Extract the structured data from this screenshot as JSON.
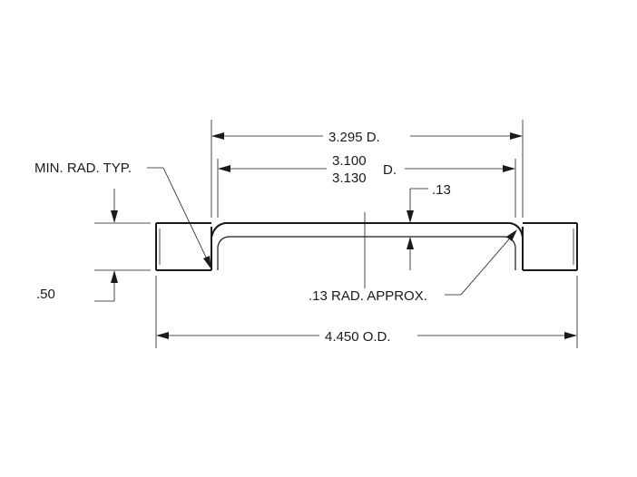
{
  "dimensions": {
    "inner_diameter_nominal": "3.295 D.",
    "inner_diameter_min": "3.100",
    "inner_diameter_max": "3.130",
    "inner_diameter_suffix": "D.",
    "step_depth": ".13",
    "overall_height": ".50",
    "outer_diameter": "4.450 O.D."
  },
  "notes": {
    "min_radius": "MIN. RAD. TYP.",
    "approx_radius": ".13 RAD. APPROX."
  }
}
